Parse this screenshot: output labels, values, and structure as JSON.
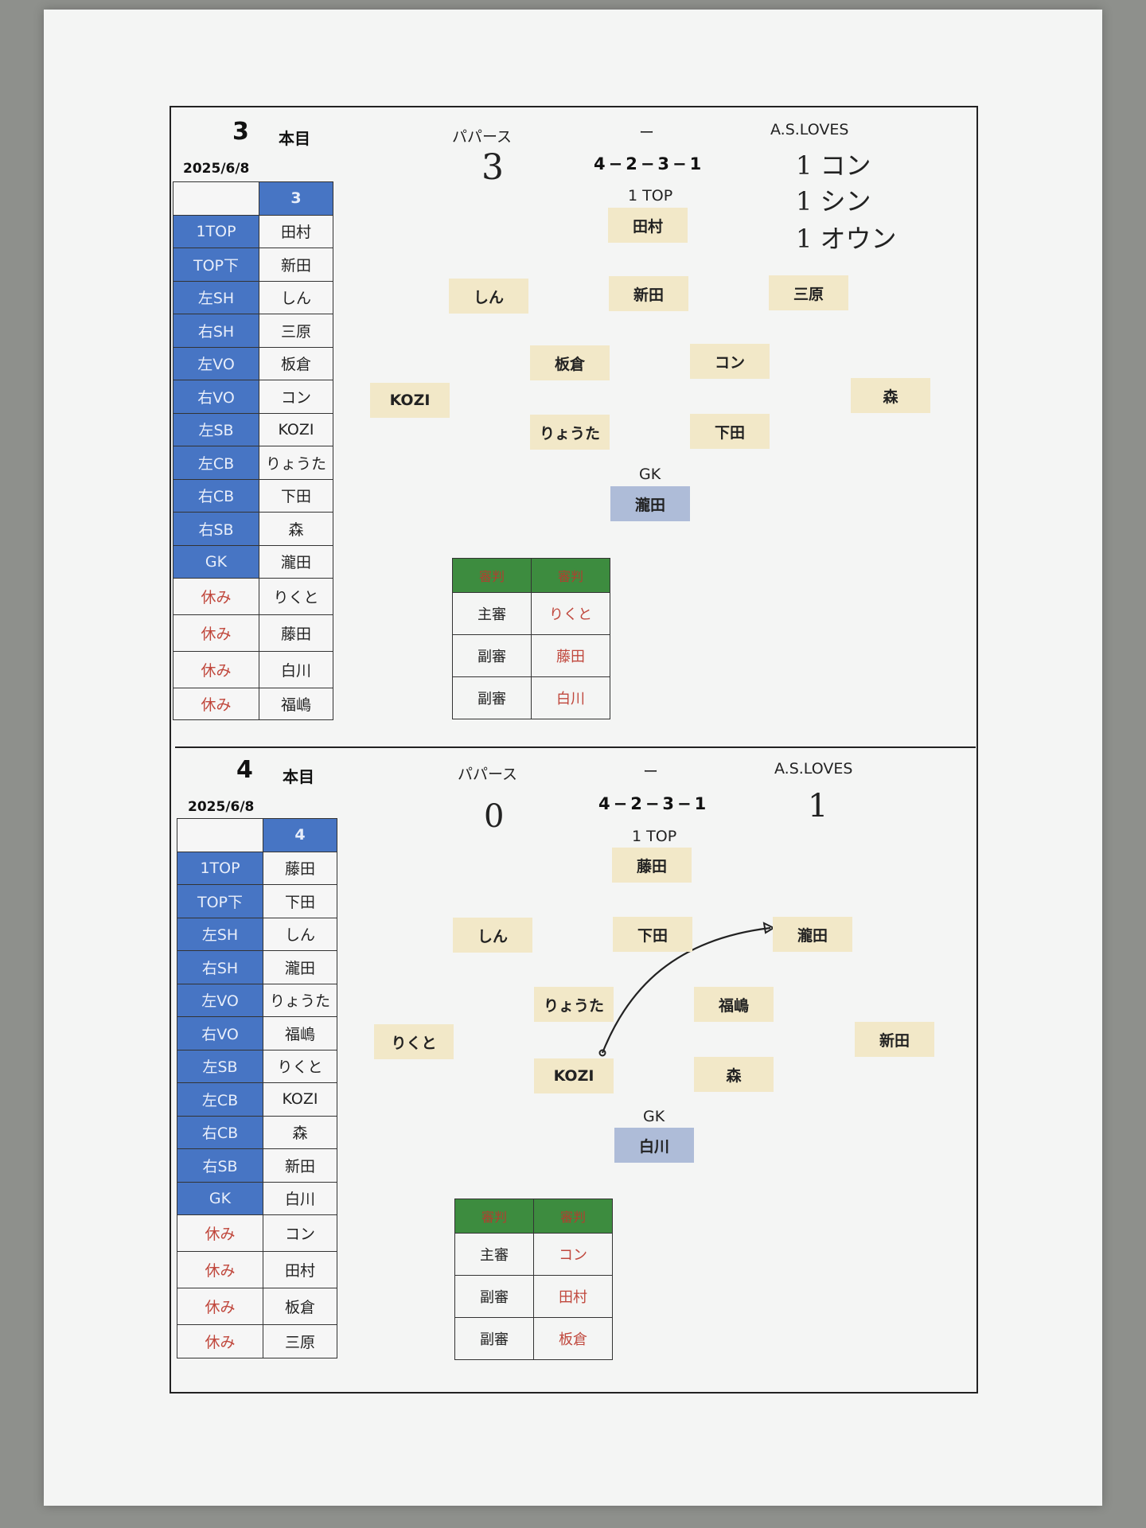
{
  "sections": [
    {
      "number": "3",
      "honme": "本目",
      "date": "2025/6/8",
      "team_left": "パパース",
      "dash": "ー",
      "team_right": "A.S.LOVES",
      "formation": "4−2−3−1",
      "top_label": "1 TOP",
      "gk_label": "GK",
      "score_left": "3",
      "score_right": [
        "1 コン",
        "1 シン",
        "1 オウン"
      ],
      "roster_header": "3",
      "roster": [
        {
          "pos": "1TOP",
          "name": "田村"
        },
        {
          "pos": "TOP下",
          "name": "新田"
        },
        {
          "pos": "左SH",
          "name": "しん"
        },
        {
          "pos": "右SH",
          "name": "三原"
        },
        {
          "pos": "左VO",
          "name": "板倉"
        },
        {
          "pos": "右VO",
          "name": "コン"
        },
        {
          "pos": "左SB",
          "name": "KOZI"
        },
        {
          "pos": "左CB",
          "name": "りょうた"
        },
        {
          "pos": "右CB",
          "name": "下田"
        },
        {
          "pos": "右SB",
          "name": "森"
        },
        {
          "pos": "GK",
          "name": "瀧田"
        }
      ],
      "rest": [
        {
          "label": "休み",
          "name": "りくと"
        },
        {
          "label": "休み",
          "name": "藤田"
        },
        {
          "label": "休み",
          "name": "白川"
        },
        {
          "label": "休み",
          "name": "福嶋"
        }
      ],
      "pitch": {
        "top": "田村",
        "lsh": "しん",
        "toph": "新田",
        "rsh": "三原",
        "lvo": "板倉",
        "rvo": "コン",
        "lsb": "KOZI",
        "rsb": "森",
        "lcb": "りょうた",
        "rcb": "下田",
        "gk": "瀧田"
      },
      "referees": {
        "headers": [
          "審判",
          "審判"
        ],
        "rows": [
          {
            "role": "主審",
            "name": "りくと"
          },
          {
            "role": "副審",
            "name": "藤田"
          },
          {
            "role": "副審",
            "name": "白川"
          }
        ]
      }
    },
    {
      "number": "4",
      "honme": "本目",
      "date": "2025/6/8",
      "team_left": "パパース",
      "dash": "ー",
      "team_right": "A.S.LOVES",
      "formation": "4−2−3−1",
      "top_label": "1 TOP",
      "gk_label": "GK",
      "score_left": "0",
      "score_right": [
        "1"
      ],
      "roster_header": "4",
      "roster": [
        {
          "pos": "1TOP",
          "name": "藤田"
        },
        {
          "pos": "TOP下",
          "name": "下田"
        },
        {
          "pos": "左SH",
          "name": "しん"
        },
        {
          "pos": "右SH",
          "name": "瀧田"
        },
        {
          "pos": "左VO",
          "name": "りょうた"
        },
        {
          "pos": "右VO",
          "name": "福嶋"
        },
        {
          "pos": "左SB",
          "name": "りくと"
        },
        {
          "pos": "左CB",
          "name": "KOZI"
        },
        {
          "pos": "右CB",
          "name": "森"
        },
        {
          "pos": "右SB",
          "name": "新田"
        },
        {
          "pos": "GK",
          "name": "白川"
        }
      ],
      "rest": [
        {
          "label": "休み",
          "name": "コン"
        },
        {
          "label": "休み",
          "name": "田村"
        },
        {
          "label": "休み",
          "name": "板倉"
        },
        {
          "label": "休み",
          "name": "三原"
        }
      ],
      "pitch": {
        "top": "藤田",
        "lsh": "しん",
        "toph": "下田",
        "rsh": "瀧田",
        "lvo": "りょうた",
        "rvo": "福嶋",
        "lsb": "りくと",
        "rsb": "新田",
        "lcb": "KOZI",
        "rcb": "森",
        "gk": "白川"
      },
      "referees": {
        "headers": [
          "審判",
          "審判"
        ],
        "rows": [
          {
            "role": "主審",
            "name": "コン"
          },
          {
            "role": "副審",
            "name": "田村"
          },
          {
            "role": "副審",
            "name": "板倉"
          }
        ]
      }
    }
  ]
}
